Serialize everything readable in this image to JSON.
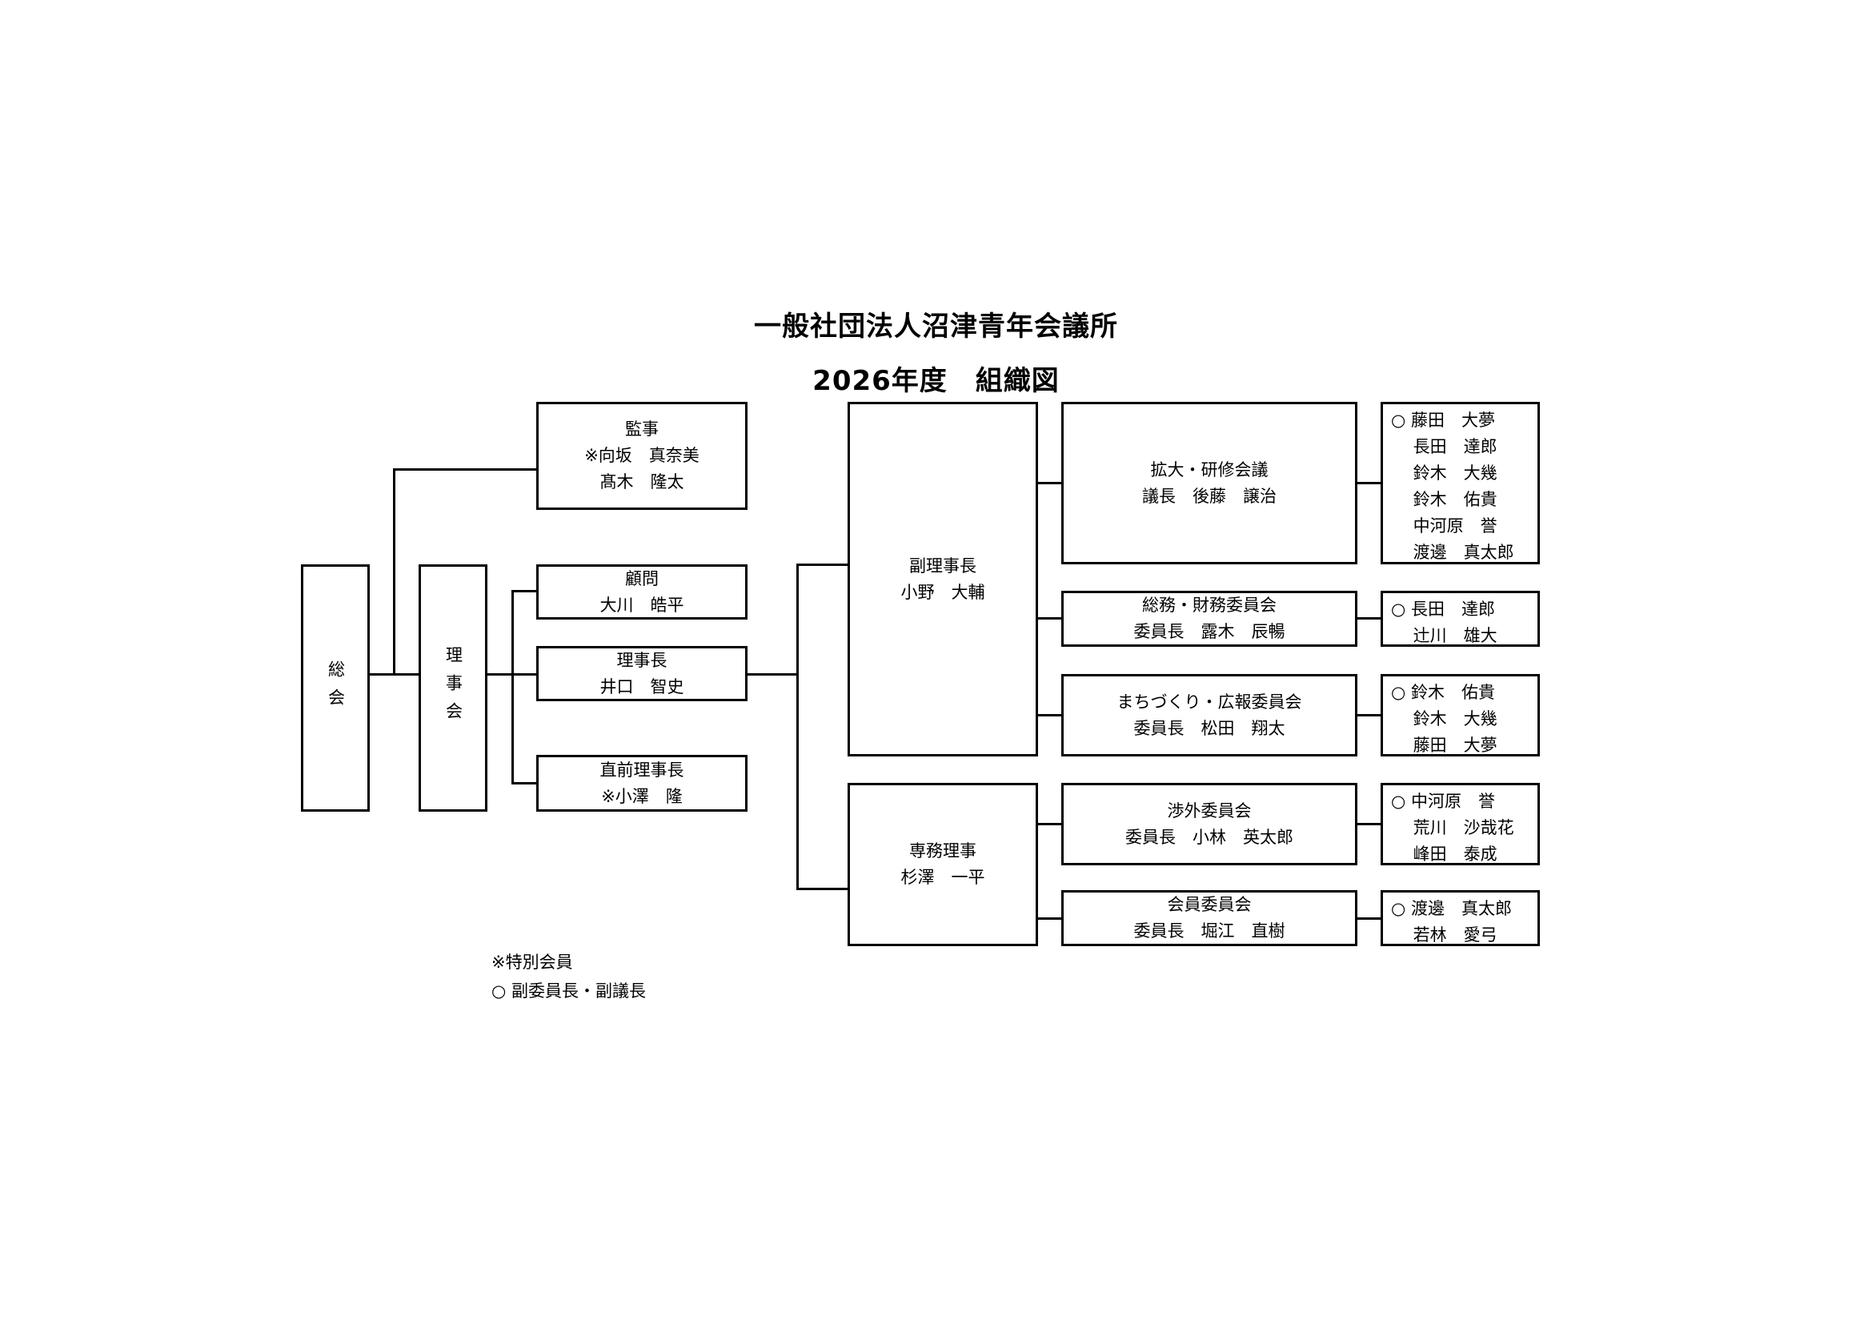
{
  "title": "一般社団法人沼津青年会議所",
  "subtitle": "2026年度　組織図",
  "soukai": "総会",
  "rijikai": "理事会",
  "kanji": {
    "role": "監事",
    "members": [
      "※向坂　真奈美",
      "髙木　隆太"
    ]
  },
  "komon": {
    "role": "顧問",
    "name": "大川　皓平"
  },
  "rijicho": {
    "role": "理事長",
    "name": "井口　智史"
  },
  "chokuzen": {
    "role": "直前理事長",
    "name": "※小澤　隆"
  },
  "fukurijicho": {
    "role": "副理事長",
    "name": "小野　大輔"
  },
  "senmu": {
    "role": "専務理事",
    "name": "杉澤　一平"
  },
  "committees": [
    {
      "name": "拡大・研修会議",
      "chair": "議長　後藤　譲治",
      "members": [
        "○ 藤田　大夢",
        "　 長田　達郎",
        "　 鈴木　大幾",
        "　 鈴木　佑貴",
        "　 中河原　誉",
        "　 渡邊　真太郎"
      ]
    },
    {
      "name": "総務・財務委員会",
      "chair": "委員長　露木　辰暢",
      "members": [
        "○ 長田　達郎",
        "　 辻川　雄大"
      ]
    },
    {
      "name": "まちづくり・広報委員会",
      "chair": "委員長　松田　翔太",
      "members": [
        "○ 鈴木　佑貴",
        "　 鈴木　大幾",
        "　 藤田　大夢"
      ]
    },
    {
      "name": "渉外委員会",
      "chair": "委員長　小林　英太郎",
      "members": [
        "○ 中河原　誉",
        "　 荒川　沙哉花",
        "　 峰田　泰成"
      ]
    },
    {
      "name": "会員委員会",
      "chair": "委員長　堀江　直樹",
      "members": [
        "○ 渡邊　真太郎",
        "　 若林　愛弓"
      ]
    }
  ],
  "notes": [
    "※特別会員",
    "○ 副委員長・副議長"
  ]
}
